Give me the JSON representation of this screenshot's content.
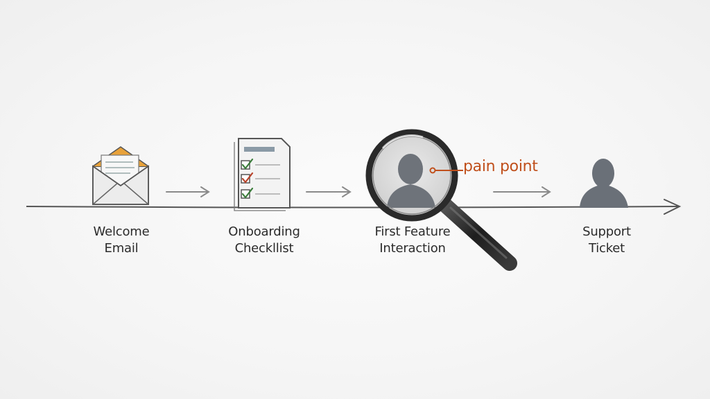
{
  "steps": [
    {
      "line1": "Welcome",
      "line2": "Email",
      "icon": "envelope-icon"
    },
    {
      "line1": "Onboarding",
      "line2": "Checkllist",
      "icon": "checklist-icon"
    },
    {
      "line1": "First Feature",
      "line2": "Interaction",
      "icon": "magnifier-person-icon"
    },
    {
      "line1": "Support",
      "line2": "Ticket",
      "icon": "person-icon"
    }
  ],
  "annotation": {
    "text": "pain point",
    "color": "#c0501c"
  },
  "colors": {
    "line": "#555555",
    "envelope_accent": "#e8a23a",
    "check_green": "#3a7d3a",
    "check_red": "#b8432a",
    "person": "#6a7078"
  }
}
